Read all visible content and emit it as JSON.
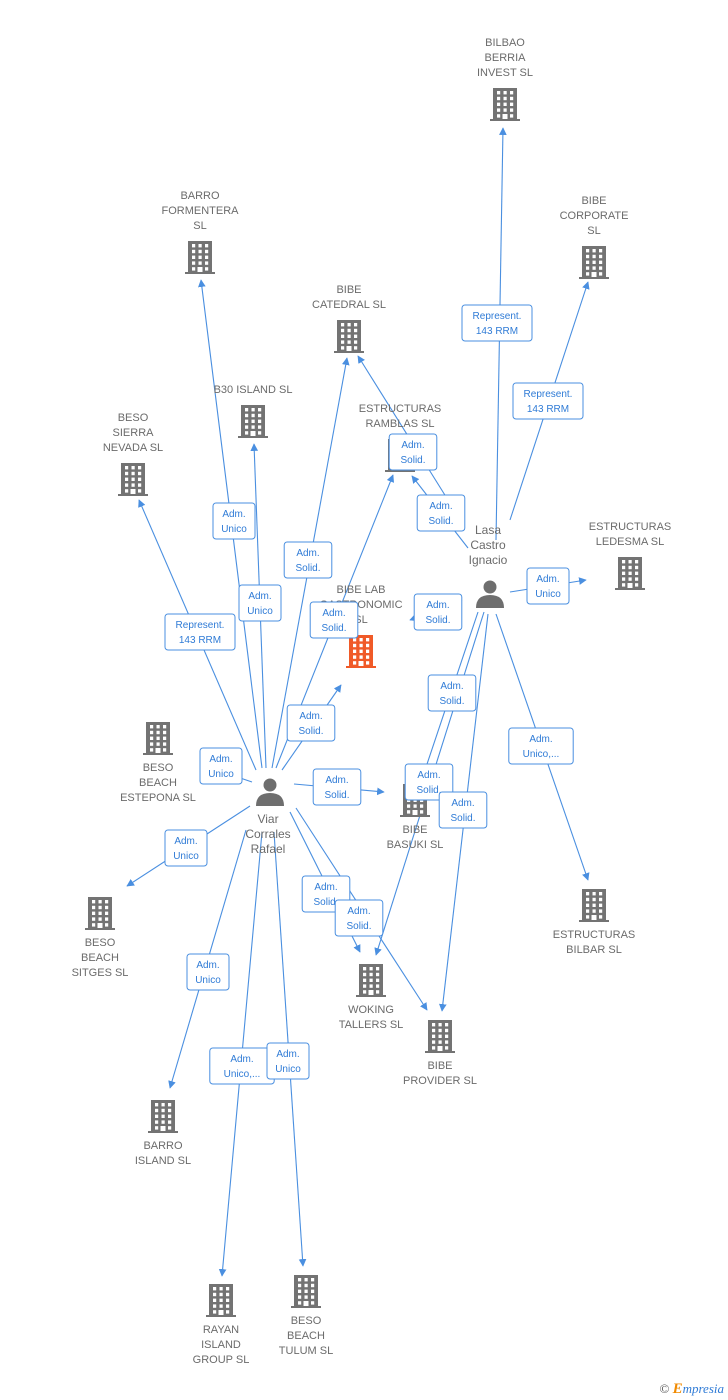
{
  "colors": {
    "edge": "#4a8fe0",
    "building": "#737373",
    "building_highlight": "#f05a28",
    "person": "#6e6e6e"
  },
  "people": [
    {
      "id": "viar",
      "lines": [
        "Viar",
        "Corrales",
        "Rafael"
      ],
      "icon": "person-icon"
    },
    {
      "id": "lasa",
      "lines": [
        "Lasa",
        "Castro",
        "Ignacio"
      ],
      "icon": "person-icon"
    }
  ],
  "companies": [
    {
      "id": "bilbao",
      "lines": [
        "BILBAO",
        "BERRIA",
        "INVEST  SL"
      ]
    },
    {
      "id": "barro_form",
      "lines": [
        "BARRO",
        "FORMENTERA",
        "SL"
      ]
    },
    {
      "id": "bibe_corp",
      "lines": [
        "BIBE",
        "CORPORATE",
        "SL"
      ]
    },
    {
      "id": "bibe_catedral",
      "lines": [
        "BIBE",
        "CATEDRAL  SL"
      ]
    },
    {
      "id": "b30",
      "lines": [
        "B30  ISLAND  SL"
      ]
    },
    {
      "id": "estr_ramblas",
      "lines": [
        "ESTRUCTURAS",
        "RAMBLAS  SL"
      ]
    },
    {
      "id": "beso_sierra",
      "lines": [
        "BESO",
        "SIERRA",
        "NEVADA  SL"
      ]
    },
    {
      "id": "estr_ledesma",
      "lines": [
        "ESTRUCTURAS",
        "LEDESMA  SL"
      ]
    },
    {
      "id": "bibe_lab",
      "lines": [
        "BIBE  LAB",
        "GASTRONOMIC",
        "SL"
      ],
      "highlight": true
    },
    {
      "id": "beso_estepona",
      "lines": [
        "BESO",
        "BEACH",
        "ESTEPONA  SL"
      ]
    },
    {
      "id": "bibe_basuki",
      "lines": [
        "BIBE",
        "BASUKI  SL"
      ]
    },
    {
      "id": "estr_bilbar",
      "lines": [
        "ESTRUCTURAS",
        "BILBAR  SL"
      ]
    },
    {
      "id": "beso_sitges",
      "lines": [
        "BESO",
        "BEACH",
        "SITGES  SL"
      ]
    },
    {
      "id": "woking",
      "lines": [
        "WOKING",
        "TALLERS  SL"
      ]
    },
    {
      "id": "bibe_provider",
      "lines": [
        "BIBE",
        "PROVIDER  SL"
      ]
    },
    {
      "id": "barro_island",
      "lines": [
        "BARRO",
        "ISLAND  SL"
      ]
    },
    {
      "id": "rayan",
      "lines": [
        "RAYAN",
        "ISLAND",
        "GROUP  SL"
      ]
    },
    {
      "id": "beso_tulum",
      "lines": [
        "BESO",
        "BEACH",
        "TULUM  SL"
      ]
    }
  ],
  "edges": [
    {
      "from": "lasa",
      "to": "bilbao",
      "label": [
        "Represent.",
        "143 RRM"
      ]
    },
    {
      "from": "lasa",
      "to": "bibe_corp",
      "label": [
        "Represent.",
        "143 RRM"
      ]
    },
    {
      "from": "lasa",
      "to": "estr_ramblas",
      "label": [
        "Adm.",
        "Solid."
      ]
    },
    {
      "from": "lasa",
      "to": "bibe_catedral",
      "label": [
        "Adm.",
        "Solid."
      ]
    },
    {
      "from": "lasa",
      "to": "estr_ledesma",
      "label": [
        "Adm.",
        "Unico"
      ]
    },
    {
      "from": "lasa",
      "to": "bibe_lab",
      "label": [
        "Adm.",
        "Solid."
      ]
    },
    {
      "from": "lasa",
      "to": "woking",
      "label": [
        "Adm.",
        "Solid."
      ]
    },
    {
      "from": "lasa",
      "to": "bibe_basuki",
      "label": [
        "Adm.",
        "Solid."
      ]
    },
    {
      "from": "lasa",
      "to": "bibe_provider",
      "label": [
        "Adm.",
        "Solid."
      ]
    },
    {
      "from": "lasa",
      "to": "estr_bilbar",
      "label": [
        "Adm.",
        "Unico,..."
      ]
    },
    {
      "from": "viar",
      "to": "barro_form",
      "label": [
        "Adm.",
        "Unico"
      ]
    },
    {
      "from": "viar",
      "to": "b30",
      "label": [
        "Adm.",
        "Unico"
      ]
    },
    {
      "from": "viar",
      "to": "bibe_catedral",
      "label": [
        "Adm.",
        "Solid."
      ]
    },
    {
      "from": "viar",
      "to": "estr_ramblas",
      "label": [
        "Adm.",
        "Solid."
      ]
    },
    {
      "from": "viar",
      "to": "beso_sierra",
      "label": [
        "Represent.",
        "143 RRM"
      ]
    },
    {
      "from": "viar",
      "to": "bibe_lab",
      "label": [
        "Adm.",
        "Solid."
      ]
    },
    {
      "from": "viar",
      "to": "beso_estepona",
      "label": [
        "Adm.",
        "Unico"
      ]
    },
    {
      "from": "viar",
      "to": "bibe_basuki",
      "label": [
        "Adm.",
        "Solid."
      ]
    },
    {
      "from": "viar",
      "to": "beso_sitges",
      "label": [
        "Adm.",
        "Unico"
      ]
    },
    {
      "from": "viar",
      "to": "woking",
      "label": [
        "Adm.",
        "Solid."
      ]
    },
    {
      "from": "viar",
      "to": "bibe_provider",
      "label": [
        "Adm.",
        "Solid."
      ]
    },
    {
      "from": "viar",
      "to": "barro_island",
      "label": [
        "Adm.",
        "Unico"
      ]
    },
    {
      "from": "viar",
      "to": "rayan",
      "label": [
        "Adm.",
        "Unico,..."
      ]
    },
    {
      "from": "viar",
      "to": "beso_tulum",
      "label": [
        "Adm.",
        "Unico"
      ]
    }
  ],
  "brand": {
    "copyright": "©",
    "logo_letter": "E",
    "logo_rest": "mpresia"
  }
}
